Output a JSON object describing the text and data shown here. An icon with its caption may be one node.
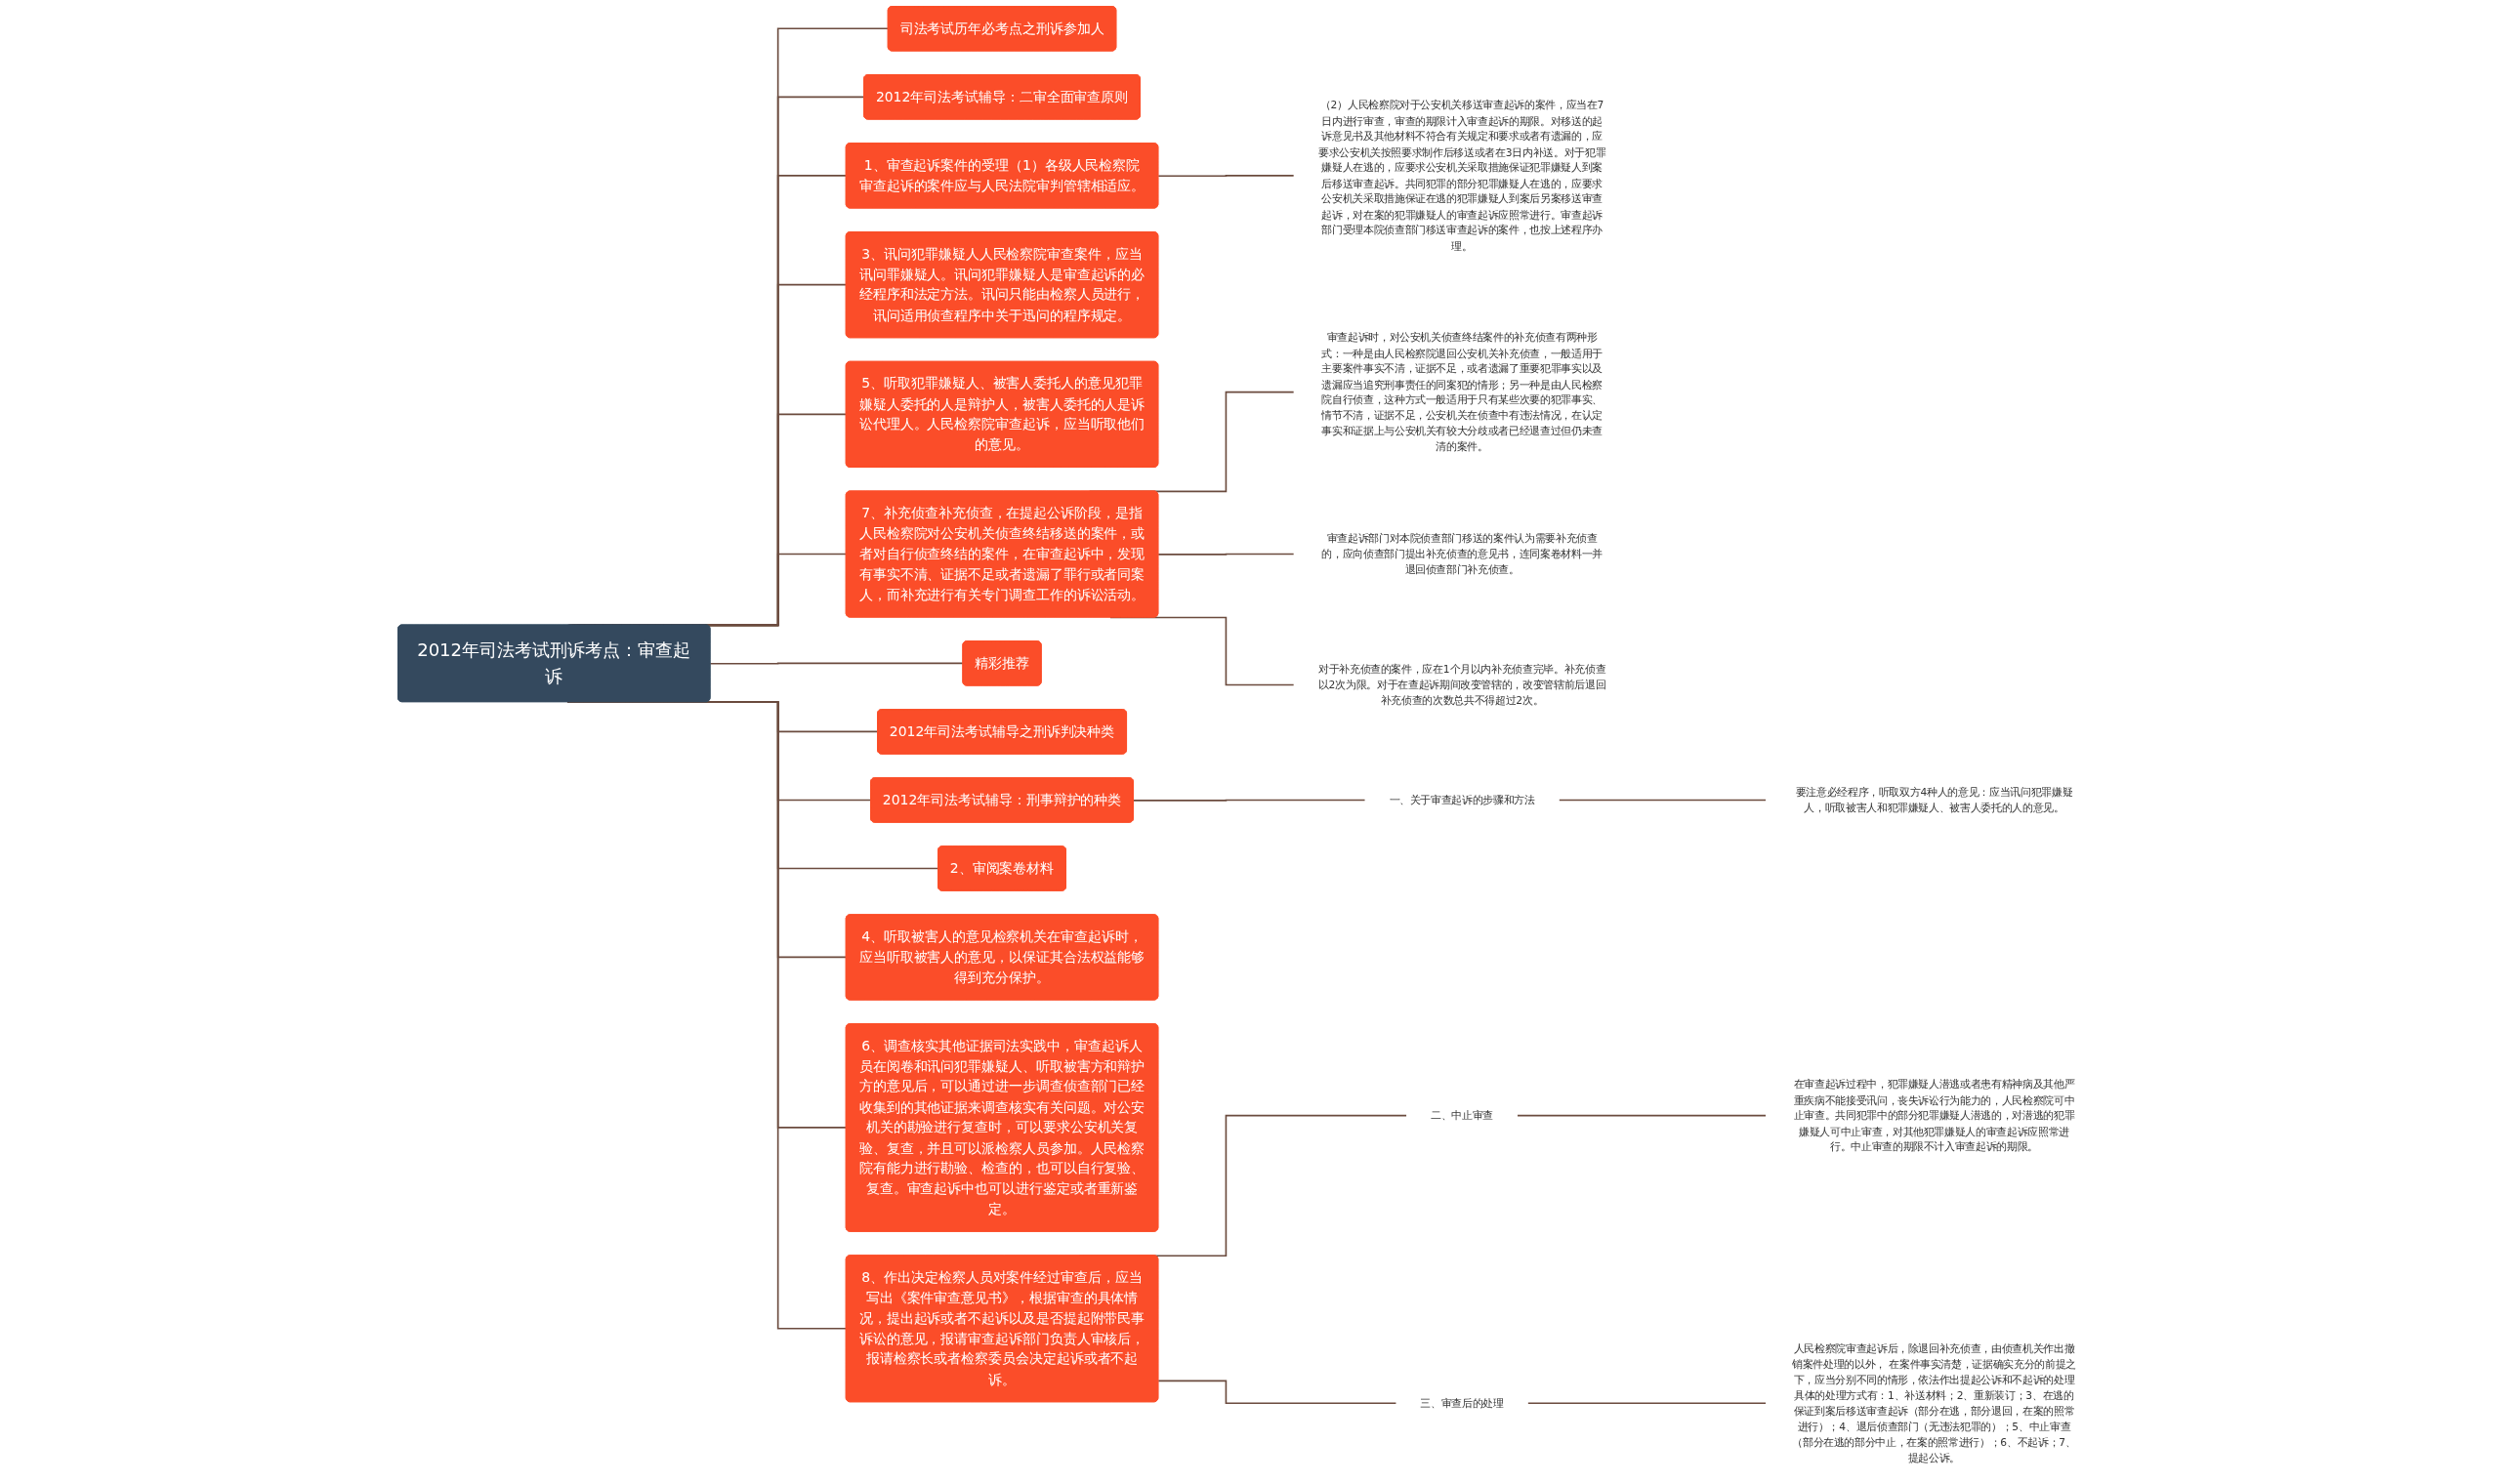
{
  "diagram": {
    "nodes": [
      {
        "text": [
          "2012年司法考试刑诉考点：审查起诉"
        ]
      },
      {
        "text": [
          "司法考试历年必考点之刑诉参加人"
        ]
      },
      {
        "text": [
          "2012年司法考试辅导：二审全面审查原则"
        ]
      },
      {
        "text": [
          "1、审查起诉案件的受理（1）各级人民检察院审查起诉的案件应与人民法院审判管辖相适应。"
        ]
      },
      {
        "text": [
          "（2）人民检察院对于公安机关移送审查起诉的案件，应当在7日内进行审查，审查的期限计入审查起诉的期限。对移送的起诉意见书及其他材料不符合有关规定和要求或者有遗漏的，应要求公安机关按照要求制作后移送或者在3日内补送。对于犯罪嫌疑人在逃的，应要求公安机关采取措施保证犯罪嫌疑人到案后移送审查起诉。共同犯罪的部分犯罪嫌疑人在逃的，应要求公安机关采取措施保证在逃的犯罪嫌疑人到案后另案移送审查起诉，对在案的犯罪嫌疑人的审查起诉应照常进行。审查起诉部门受理本院侦查部门移送审查起诉的案件，也按上述程序办理。"
        ]
      },
      {
        "text": [
          "3、讯问犯罪嫌疑人人民检察院审查案件，应当讯问罪嫌疑人。讯问犯罪嫌疑人是审查起诉的必经程序和法定方法。讯问只能由检察人员进行，讯问适用侦查程序中关于迅问的程序规定。"
        ]
      },
      {
        "text": [
          "5、听取犯罪嫌疑人、被害人委托人的意见犯罪嫌疑人委托的人是辩护人，被害人委托的人是诉讼代理人。人民检察院审查起诉，应当听取他们的意见。"
        ]
      },
      {
        "text": [
          "7、补充侦查补充侦查，在提起公诉阶段，是指人民检察院对公安机关侦查终结移送的案件，或者对自行侦查终结的案件，在审查起诉中，发现有事实不清、证据不足或者遗漏了罪行或者同案人，而补充进行有关专门调查工作的诉讼活动。"
        ]
      },
      {
        "text": [
          "审查起诉时，对公安机关侦查终结案件的补充侦查有两种形式：一种是由人民检察院退回公安机关补充侦查，一般适用于主要案件事实不清，证据不足，或者遗漏了重要犯罪事实以及遗漏应当追究刑事责任的同案犯的情形；另一种是由人民检察院自行侦查，这种方式一般适用于只有某些次要的犯罪事实、情节不清，证据不足，公安机关在侦查中有违法情况，在认定事实和证据上与公安机关有较大分歧或者已经退查过但仍未查清的案件。"
        ]
      },
      {
        "text": [
          "审查起诉部门对本院侦查部门移送的案件认为需要补充侦查的，应向侦查部门提出补充侦查的意见书，连同案卷材料一并退回侦查部门补充侦查。"
        ]
      },
      {
        "text": [
          "对于补充侦查的案件，应在1个月以内补充侦查完毕。补充侦查以2次为限。对于在查起诉期间改变管辖的，改变管辖前后退回补充侦查的次数总共不得超过2次。"
        ]
      },
      {
        "text": [
          "精彩推荐"
        ]
      },
      {
        "text": [
          "2012年司法考试辅导之刑诉判决种类"
        ]
      },
      {
        "text": [
          "2012年司法考试辅导：刑事辩护的种类"
        ]
      },
      {
        "text": [
          "一、关于审查起诉的步骤和方法"
        ]
      },
      {
        "text": [
          "要注意必经程序，听取双方4种人的意见：应当讯问犯罪嫌疑人，听取被害人和犯罪嫌疑人、被害人委托的人的意见。"
        ]
      },
      {
        "text": [
          "2、审阅案卷材料"
        ]
      },
      {
        "text": [
          "4、听取被害人的意见检察机关在审查起诉时，应当听取被害人的意见，以保证其合法权益能够得到充分保护。"
        ]
      },
      {
        "text": [
          "6、调查核实其他证据司法实践中，审查起诉人员在阅卷和讯问犯罪嫌疑人、听取被害方和辩护方的意见后，可以通过进一步调查侦查部门已经收集到的其他证据来调查核实有关问题。对公安机关的勘验进行复查时，可以要求公安机关复验、复查，并且可以派检察人员参加。人民检察院有能力进行勘验、检查的，也可以自行复验、复查。审查起诉中也可以进行鉴定或者重新鉴定。"
        ]
      },
      {
        "text": [
          "8、作出决定检察人员对案件经过审查后，应当写出《案件审查意见书》，根据审查的具体情况，提出起诉或者不起诉以及是否提起附带民事诉讼的意见，报请审查起诉部门负责人审核后，报请检察长或者检察委员会决定起诉或者不起诉。"
        ]
      },
      {
        "text": [
          "二、中止审查"
        ]
      },
      {
        "text": [
          "在审查起诉过程中，犯罪嫌疑人潜逃或者患有精神病及其他严重疾病不能接受讯问，丧失诉讼行为能力的，人民检察院可中止审查。共同犯罪中的部分犯罪嫌疑人潜逃的，对潜逃的犯罪嫌疑人可中止审查，对其他犯罪嫌疑人的审查起诉应照常进行。中止审查的期限不计入审查起诉的期限。"
        ]
      },
      {
        "text": [
          "三、审查后的处理"
        ]
      },
      {
        "text": [
          "人民检察院审查起诉后，除退回补充侦查，由侦查机关作出撤销案件处理的以外， 在案件事实清楚，证据确实充分的前提之下，应当分别不同的情形，依法作出提起公诉和不起诉的处理具体的处理方式有：1、补送材料；2、重新装订；3、在逃的保证到案后移送审查起诉（部分在逃，部分退回，在案的照常进行）；4、退后侦查部门（无违法犯罪的）；5、中止审查（部分在逃的部分中止，在案的照常进行）；6、不起诉；7、提起公诉。"
        ]
      }
    ],
    "edges": [
      {
        "from": 0,
        "to": 1,
        "arrow": "none"
      },
      {
        "from": 0,
        "to": 2,
        "arrow": "none"
      },
      {
        "from": 0,
        "to": 3,
        "arrow": "none"
      },
      {
        "from": 3,
        "to": 4,
        "arrow": "none"
      },
      {
        "from": 0,
        "to": 5,
        "arrow": "none"
      },
      {
        "from": 0,
        "to": 6,
        "arrow": "none"
      },
      {
        "from": 0,
        "to": 7,
        "arrow": "none"
      },
      {
        "from": 7,
        "to": 8,
        "arrow": "none"
      },
      {
        "from": 7,
        "to": 9,
        "arrow": "none"
      },
      {
        "from": 7,
        "to": 10,
        "arrow": "none"
      },
      {
        "from": 0,
        "to": 11,
        "arrow": "none"
      },
      {
        "from": 0,
        "to": 12,
        "arrow": "none"
      },
      {
        "from": 0,
        "to": 13,
        "arrow": "none"
      },
      {
        "from": 13,
        "to": 14,
        "arrow": "none"
      },
      {
        "from": 14,
        "to": 15,
        "arrow": "none"
      },
      {
        "from": 0,
        "to": 16,
        "arrow": "none"
      },
      {
        "from": 0,
        "to": 17,
        "arrow": "none"
      },
      {
        "from": 0,
        "to": 18,
        "arrow": "none"
      },
      {
        "from": 0,
        "to": 19,
        "arrow": "none"
      },
      {
        "from": 19,
        "to": 20,
        "arrow": "none"
      },
      {
        "from": 20,
        "to": 21,
        "arrow": "none"
      },
      {
        "from": 19,
        "to": 22,
        "arrow": "none"
      },
      {
        "from": 22,
        "to": 23,
        "arrow": "none"
      }
    ]
  }
}
